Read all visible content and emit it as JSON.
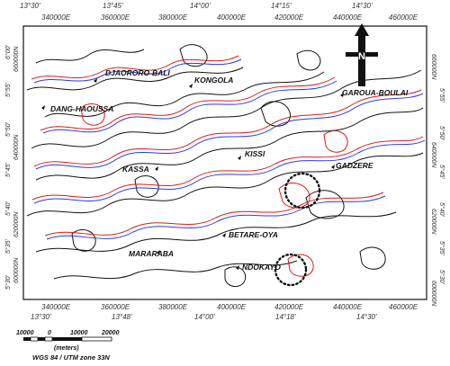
{
  "map": {
    "top_ticks": [
      "13°30'",
      "13°45'",
      "14°00'",
      "14°15'",
      "14°30'"
    ],
    "top_ticks_lower": [
      "340000E",
      "360000E",
      "380000E",
      "400000E",
      "420000E",
      "440000E",
      "460000E"
    ],
    "bottom_ticks_upper": [
      "340000E",
      "360000E",
      "380000E",
      "400000E",
      "420000E",
      "440000E",
      "460000E"
    ],
    "bottom_ticks_lower": [
      "13°30'",
      "13°48'",
      "14°00'",
      "14°18'",
      "14°30'"
    ],
    "left_ticks": [
      "6°00'",
      "660000N",
      "5°55'",
      "5°50'",
      "640000N",
      "5°45'",
      "5°40'",
      "620000N",
      "5°35'",
      "600000N",
      "5°30'"
    ],
    "right_ticks": [
      "660000N",
      "5°55'",
      "5°50'",
      "640000N",
      "5°45'",
      "5°40'",
      "620000N",
      "5°35'",
      "5°30'",
      "600000N"
    ],
    "places": [
      {
        "name": "DJAORORO-BALI"
      },
      {
        "name": "KONGOLA"
      },
      {
        "name": "GAROUA-BOULAI"
      },
      {
        "name": "DANG-HAOUSSA"
      },
      {
        "name": "KISSI"
      },
      {
        "name": "KASSA"
      },
      {
        "name": "GADZERE"
      },
      {
        "name": "BETARE-OYA"
      },
      {
        "name": "MARARABA"
      },
      {
        "name": "NDOKAYO"
      }
    ],
    "north_label": "N",
    "scale": {
      "labels": [
        "10000",
        "0",
        "10000",
        "20000"
      ],
      "unit": "(meters)"
    },
    "projection": "WGS 84 / UTM zone 33N",
    "contour_colors": {
      "black": "#111111",
      "red": "#d81b1b",
      "blue": "#2a3fd0"
    }
  }
}
